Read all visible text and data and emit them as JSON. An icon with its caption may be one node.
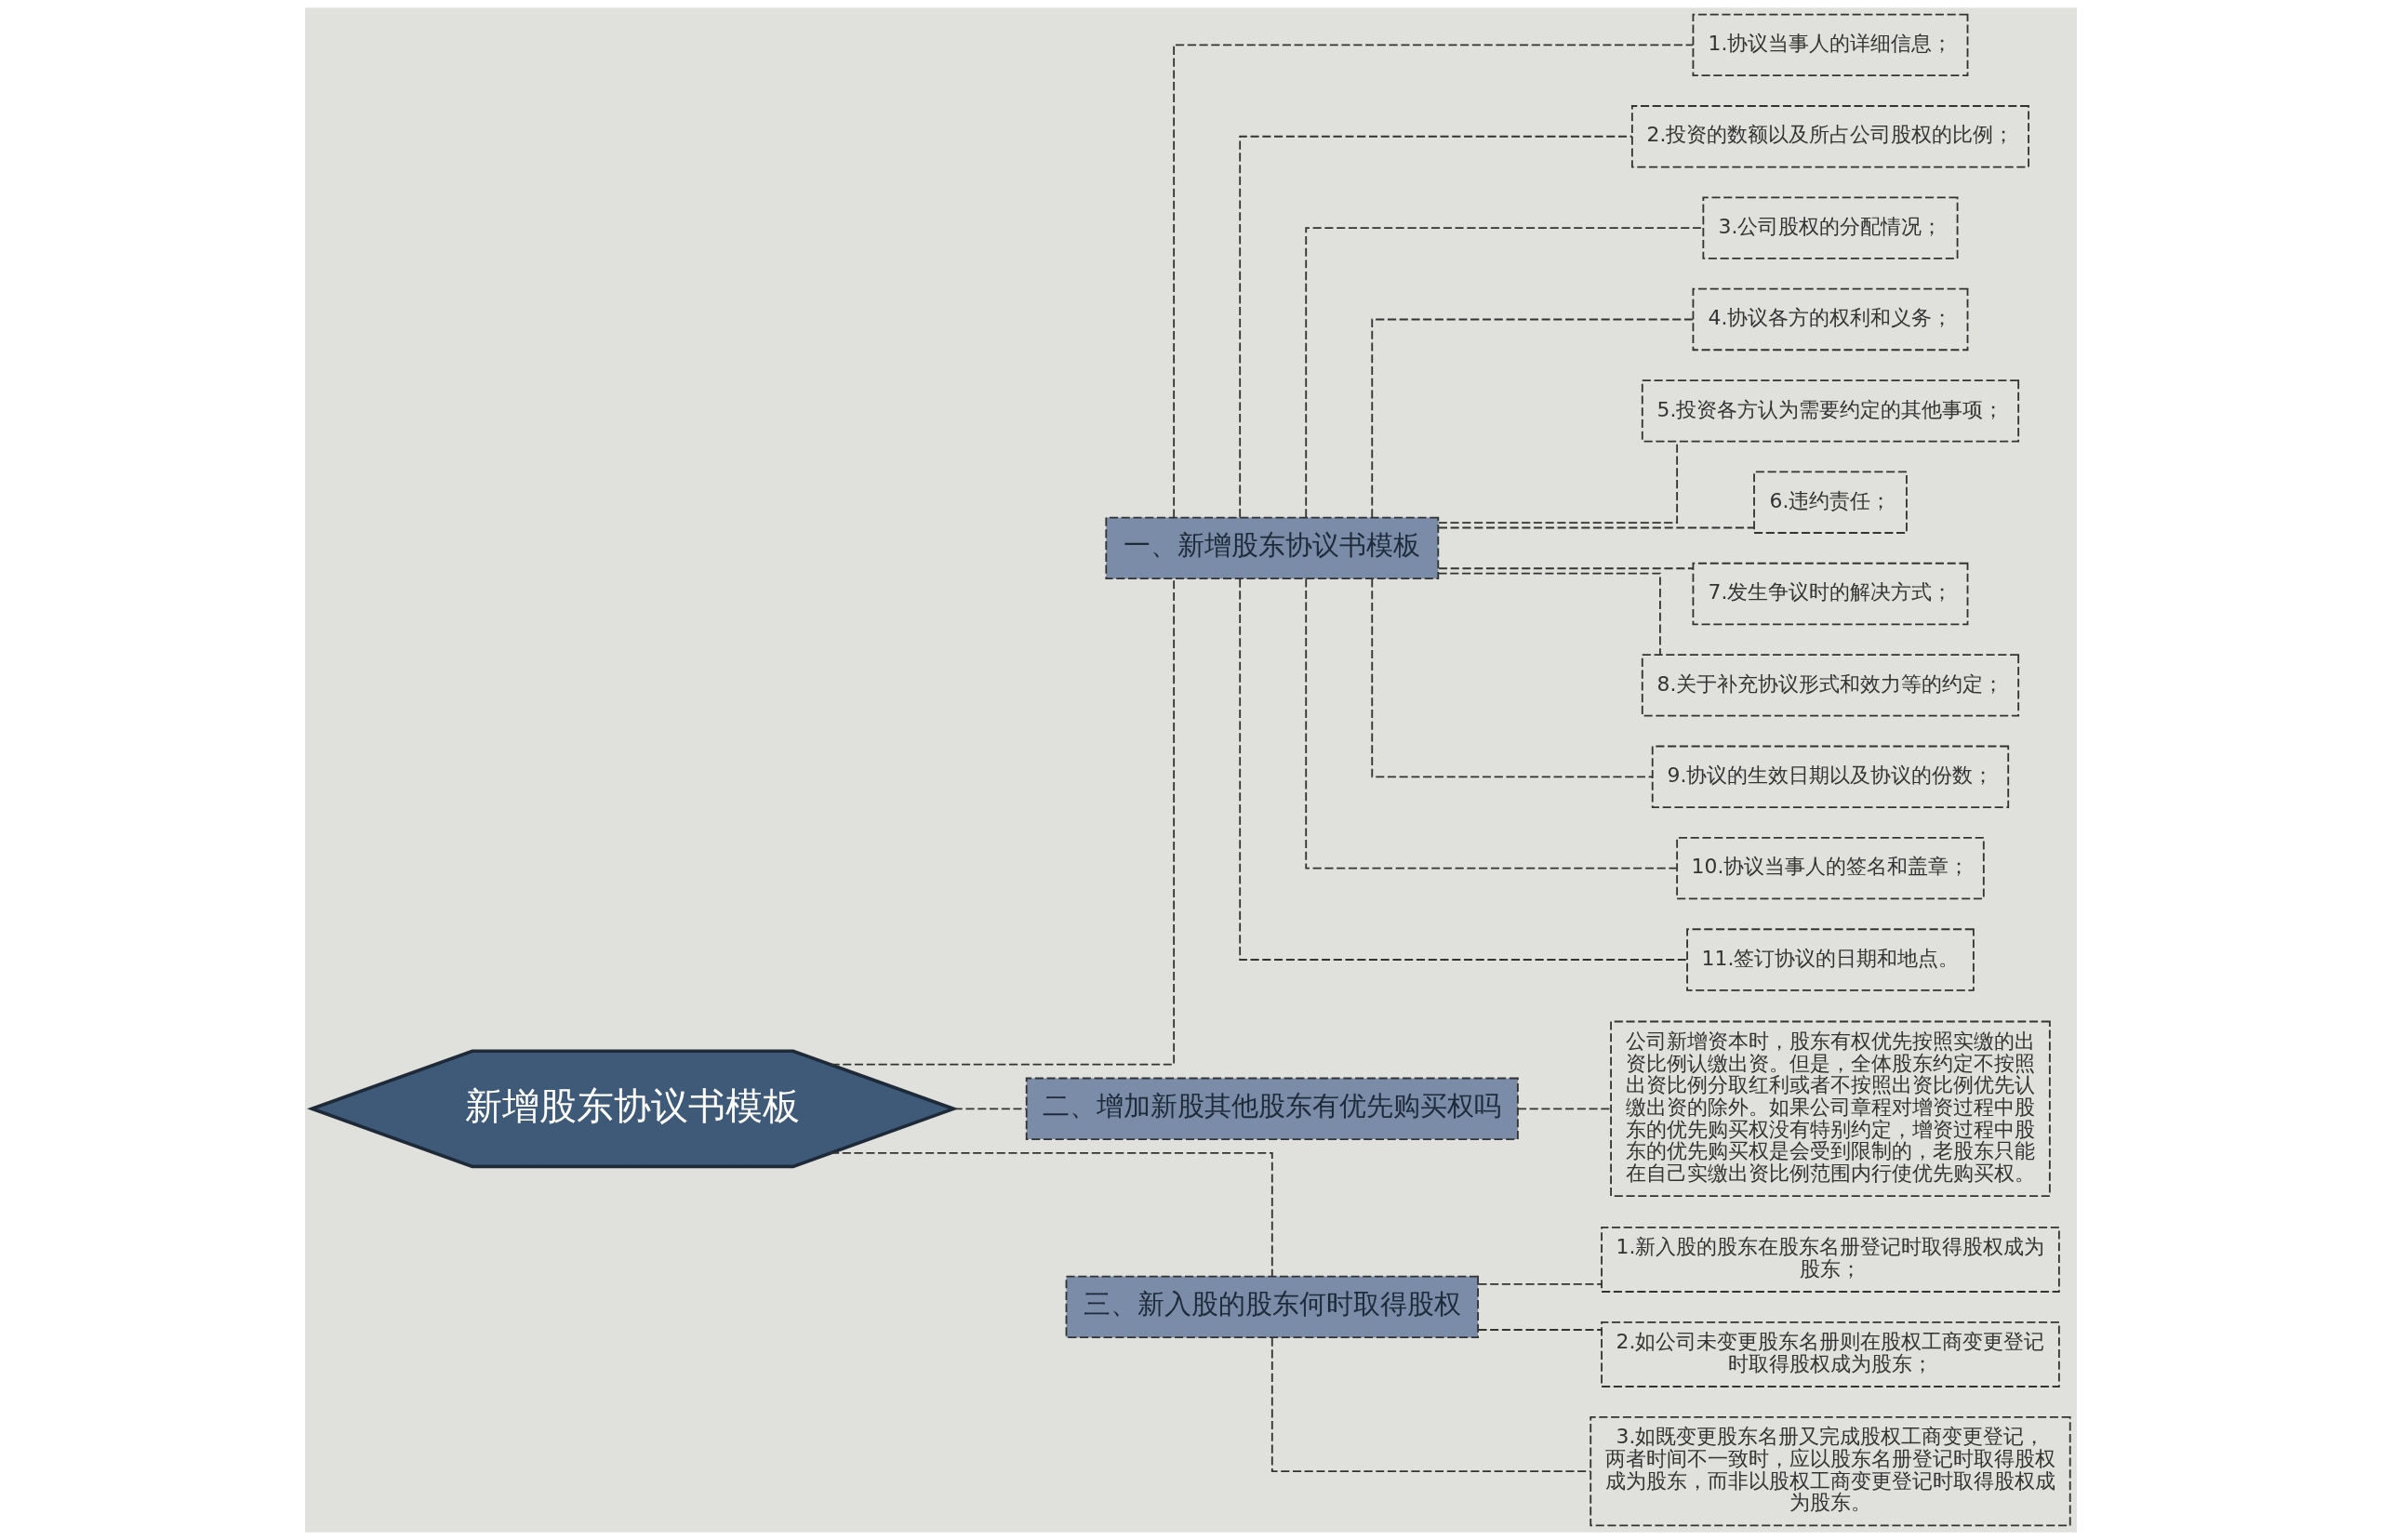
{
  "diagram": {
    "nodes": [
      {
        "text": [
          "新增股东协议书模板"
        ]
      },
      {
        "text": [
          "一、新增股东协议书模板"
        ]
      },
      {
        "text": [
          "1.协议当事人的详细信息；"
        ]
      },
      {
        "text": [
          "2.投资的数额以及所占公司股权的比例；"
        ]
      },
      {
        "text": [
          "3.公司股权的分配情况；"
        ]
      },
      {
        "text": [
          "4.协议各方的权利和义务；"
        ]
      },
      {
        "text": [
          "5.投资各方认为需要约定的其他事项；"
        ]
      },
      {
        "text": [
          "6.违约责任；"
        ]
      },
      {
        "text": [
          "7.发生争议时的解决方式；"
        ]
      },
      {
        "text": [
          "8.关于补充协议形式和效力等的约定；"
        ]
      },
      {
        "text": [
          "9.协议的生效日期以及协议的份数；"
        ]
      },
      {
        "text": [
          "10.协议当事人的签名和盖章；"
        ]
      },
      {
        "text": [
          "11.签订协议的日期和地点。"
        ]
      },
      {
        "text": [
          "二、增加新股其他股东有优先购买权吗"
        ]
      },
      {
        "text": [
          "公司新增资本时，股东有权优先按照实缴的出资比例认缴出资。但是，全体股东约定不按照出资比例分取红利或者不按照出资比例优先认缴出资的除外。如果公司章程对增资过程中股东的优先购买权没有特别约定，增资过程中股东的优先购买权是会受到限制的，老股东只能在自己实缴出资比例范围内行使优先购买权。"
        ]
      },
      {
        "text": [
          "三、新入股的股东何时取得股权"
        ]
      },
      {
        "text": [
          "1.新入股的股东在股东名册登记时取得股权成为股东；"
        ]
      },
      {
        "text": [
          "2.如公司未变更股东名册则在股权工商变更登记时取得股权成为股东；"
        ]
      },
      {
        "text": [
          "3.如既变更股东名册又完成股权工商变更登记，两者时间不一致时，应以股东名册登记时取得股权成为股东，而非以股权工商变更登记时取得股权成为股东。"
        ]
      }
    ],
    "edges": [
      {
        "from": 0,
        "to": 1,
        "arrow": "none",
        "style": "dashed"
      },
      {
        "from": 1,
        "to": 2,
        "arrow": "none",
        "style": "dashed"
      },
      {
        "from": 1,
        "to": 3,
        "arrow": "none",
        "style": "dashed"
      },
      {
        "from": 1,
        "to": 4,
        "arrow": "none",
        "style": "dashed"
      },
      {
        "from": 1,
        "to": 5,
        "arrow": "none",
        "style": "dashed"
      },
      {
        "from": 1,
        "to": 6,
        "arrow": "none",
        "style": "dashed"
      },
      {
        "from": 1,
        "to": 7,
        "arrow": "none",
        "style": "dashed"
      },
      {
        "from": 1,
        "to": 8,
        "arrow": "none",
        "style": "dashed"
      },
      {
        "from": 1,
        "to": 9,
        "arrow": "none",
        "style": "dashed"
      },
      {
        "from": 1,
        "to": 10,
        "arrow": "none",
        "style": "dashed"
      },
      {
        "from": 1,
        "to": 11,
        "arrow": "none",
        "style": "dashed"
      },
      {
        "from": 1,
        "to": 12,
        "arrow": "none",
        "style": "dashed"
      },
      {
        "from": 0,
        "to": 13,
        "arrow": "none",
        "style": "dashed"
      },
      {
        "from": 13,
        "to": 14,
        "arrow": "none",
        "style": "dashed"
      },
      {
        "from": 0,
        "to": 15,
        "arrow": "none",
        "style": "dashed"
      },
      {
        "from": 15,
        "to": 16,
        "arrow": "none",
        "style": "dashed"
      },
      {
        "from": 15,
        "to": 17,
        "arrow": "none",
        "style": "dashed"
      },
      {
        "from": 15,
        "to": 18,
        "arrow": "none",
        "style": "dashed"
      }
    ]
  }
}
